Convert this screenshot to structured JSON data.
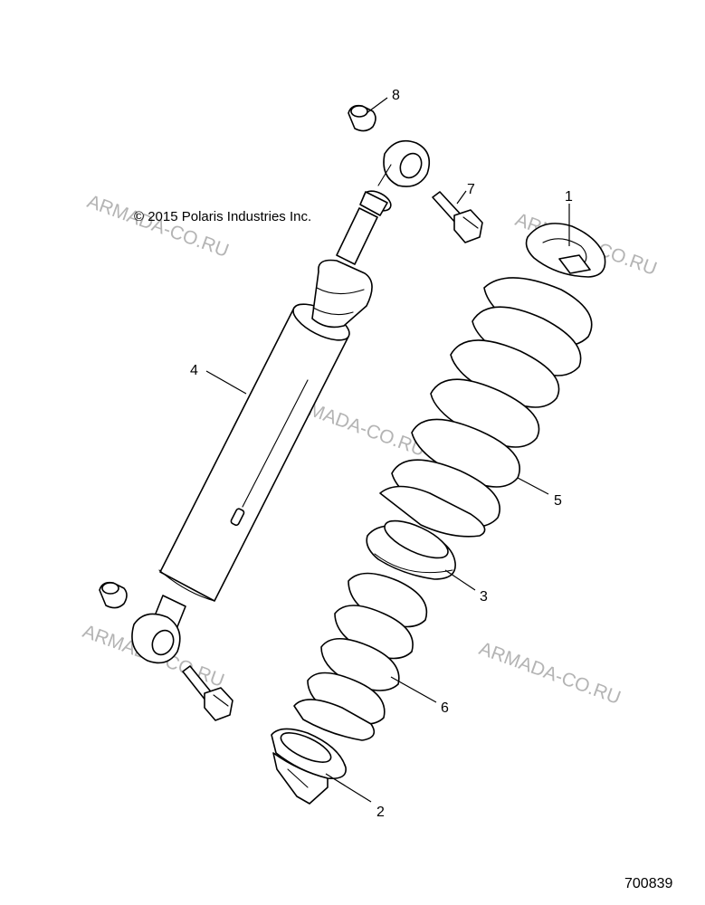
{
  "copyright": "© 2015 Polaris Industries Inc.",
  "figure_number": "700839",
  "watermark": "ARMADA-CO.RU",
  "callouts": [
    "1",
    "2",
    "3",
    "4",
    "5",
    "6",
    "7",
    "8"
  ]
}
